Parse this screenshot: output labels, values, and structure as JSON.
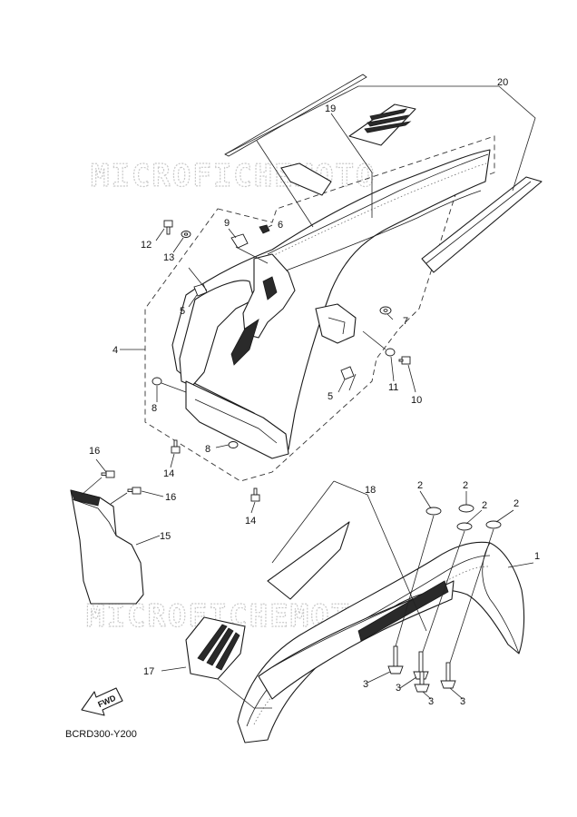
{
  "watermark": "MICROFICHEMOTO",
  "diagram_code": "BCRD300-Y200",
  "fwd_label": "FWD",
  "callouts": {
    "c1": "1",
    "c2a": "2",
    "c2b": "2",
    "c2c": "2",
    "c2d": "2",
    "c3a": "3",
    "c3b": "3",
    "c3c": "3",
    "c3d": "3",
    "c4": "4",
    "c5a": "5",
    "c5b": "5",
    "c6": "6",
    "c7": "7",
    "c8a": "8",
    "c8b": "8",
    "c9": "9",
    "c10": "10",
    "c11": "11",
    "c12": "12",
    "c13": "13",
    "c14a": "14",
    "c14b": "14",
    "c15": "15",
    "c16a": "16",
    "c16b": "16",
    "c17": "17",
    "c18": "18",
    "c19": "19",
    "c20": "20"
  }
}
